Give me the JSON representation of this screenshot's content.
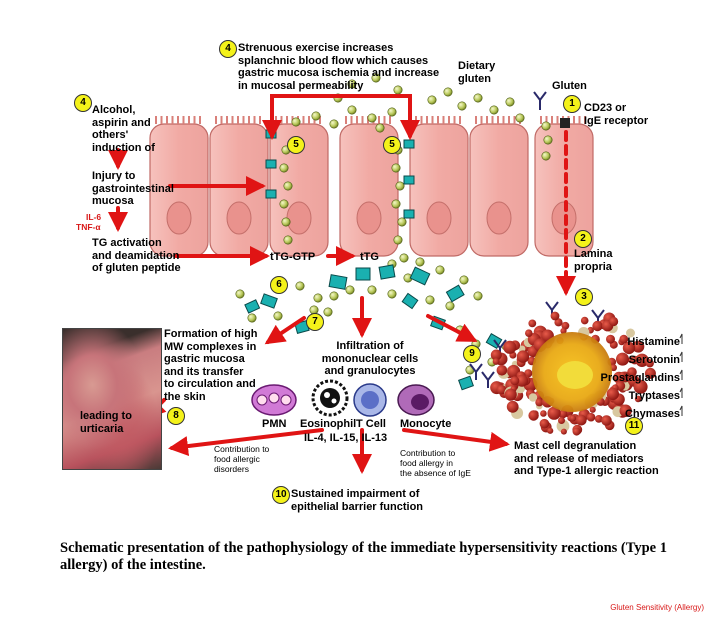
{
  "labels": {
    "step4_exercise": "Strenuous exercise increases\nsplanchnic blood flow which causes\ngastric mucosa ischemia and increase\nin mucosal permeability",
    "dietary_gluten": "Dietary\ngluten",
    "gluten": "Gluten",
    "cd23": "CD23 or\nIgE receptor",
    "alcohol": "Alcohol,\naspirin and\nothers'\ninduction of",
    "injury": "Injury to\ngastrointestinal\nmucosa",
    "il6": "IL-6",
    "tnf": "TNF-α",
    "tg_activation": "TG activation\nand deamidation\nof gluten peptide",
    "tg_gtp": "tTG-GTP",
    "ttg": "tTG",
    "lamina": "Lamina\npropria",
    "formation": "Formation of high\nMW complexes in\ngastric mucosa\nand its transfer\nto circulation and\nthe skin",
    "urticaria": "leading to\nurticaria",
    "infiltration": "Infiltration of\nmononuclear cells\nand granulocytes",
    "pmn": "PMN",
    "eosinophil": "Eosinophil",
    "tcell": "T Cell",
    "monocyte": "Monocyte",
    "interleukins": "IL-4, IL-15, IL-13",
    "contrib_left": "Contribution to\nfood allergic\ndisorders",
    "contrib_right": "Contribution to\nfood allergy in\nthe absence of IgE",
    "mast_cell": "Mast cell degranulation\nand release of mediators\nand Type-1 allergic reaction",
    "sustained": "Sustained impairment of\nepithelial barrier function",
    "mediators": [
      "Histamine",
      "Serotonin",
      "Prostaglandins",
      "Tryptases",
      "Chymases"
    ]
  },
  "steps": {
    "s1": "1",
    "s2": "2",
    "s3": "3",
    "s4a": "4",
    "s4b": "4",
    "s5a": "5",
    "s5b": "5",
    "s6": "6",
    "s7": "7",
    "s8": "8",
    "s9": "9",
    "s10": "10",
    "s11": "11"
  },
  "caption": "Schematic presentation of the pathophysiology of the immediate hypersensitivity reactions (Type 1 allergy) of the intestine.",
  "footer": "Gluten Sensitivity (Allergy)",
  "colors": {
    "arrow": "#e01414",
    "cell": "#f2b3ae",
    "nucleus": "#e9928d",
    "badge": "#f4f21a",
    "gluten": "#b8c85a",
    "complex": "#1ab0b0"
  }
}
